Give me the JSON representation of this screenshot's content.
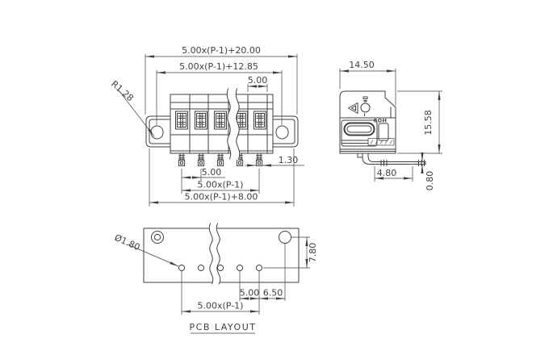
{
  "meta": {
    "background": "#ffffff",
    "line_color": "#3f3f3f"
  },
  "front_view": {
    "dims": {
      "overall_width": "5.00x(P-1)+20.00",
      "mounting_span": "5.00x(P-1)+12.85",
      "pole_pitch": "5.00",
      "flange_radius": "R1.28",
      "pin_width": "1.30",
      "pin_pitch": "5.00",
      "pin_span": "5.00x(P-1)",
      "body_width": "5.00x(P-1)+8.00"
    }
  },
  "side_view": {
    "dims": {
      "depth": "14.50",
      "height": "15.58",
      "pin_length": "4.80",
      "pin_thickness": "0.80"
    },
    "marking": "8OH"
  },
  "pcb_layout": {
    "title": "PCB LAYOUT",
    "dims": {
      "hole_diameter": "Ø1.80",
      "row_spacing": "7.80",
      "hole_pitch": "5.00",
      "end_margin": "6.50",
      "hole_span": "5.00x(P-1)"
    }
  }
}
